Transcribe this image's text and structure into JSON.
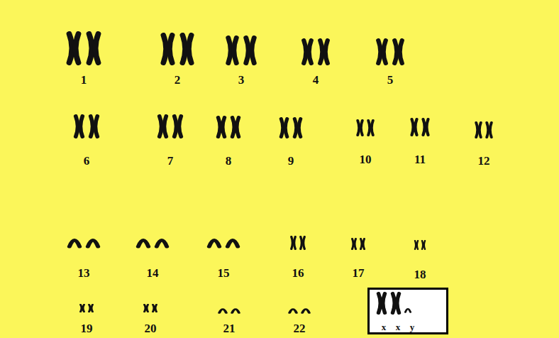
{
  "diagram": {
    "nodes": [
      {
        "text": [
          "x",
          "x",
          "y"
        ]
      }
    ],
    "labels": [
      "1",
      "2",
      "3",
      "4",
      "5",
      "6",
      "7",
      "8",
      "9",
      "10",
      "11",
      "12",
      "13",
      "14",
      "15",
      "16",
      "17",
      "18",
      "19",
      "20",
      "21",
      "22"
    ]
  }
}
